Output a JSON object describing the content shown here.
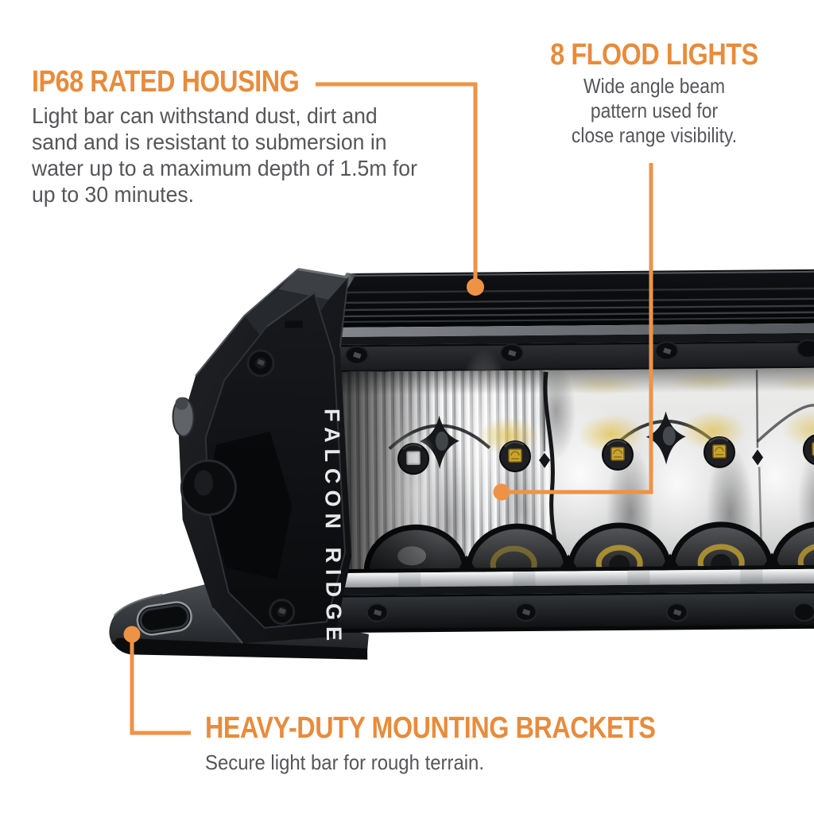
{
  "accent": {
    "heading_color": "#E78C3C",
    "connector_color": "#EE9345"
  },
  "body_text_color": "#55565A",
  "background_color": "#FFFFFF",
  "product": {
    "brand_label": "FALCON RIDGE"
  },
  "callouts": {
    "housing": {
      "title": "IP68 RATED HOUSING",
      "lines": [
        "Light bar can withstand dust, dirt and",
        "sand and is resistant to submersion in",
        "water up to a maximum depth of 1.5m for",
        "up to 30 minutes."
      ]
    },
    "flood": {
      "title": "8 FLOOD LIGHTS",
      "lines": [
        "Wide angle beam",
        "pattern used for",
        "close range visibility."
      ]
    },
    "bracket": {
      "title": "HEAVY-DUTY MOUNTING BRACKETS",
      "lines": [
        "Secure light bar for rough terrain."
      ]
    }
  }
}
